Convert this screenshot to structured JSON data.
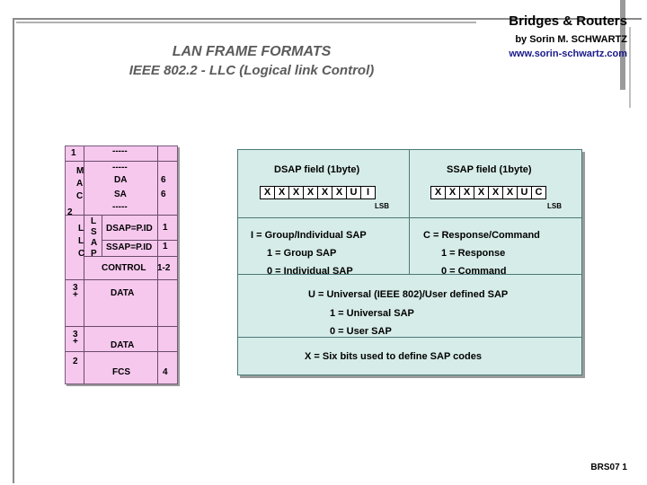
{
  "header": {
    "brand_title": "Bridges & Routers",
    "brand_author": "by Sorin M. SCHWARTZ",
    "brand_url": "www.sorin-schwartz.com",
    "title_line1": "LAN FRAME FORMATS",
    "title_line2": "IEEE 802.2 - LLC (Logical link Control)"
  },
  "frame": {
    "row1_num": "1",
    "row1_dash": "-----",
    "mac_dash_top": "-----",
    "mac_letters": [
      "M",
      "A",
      "C"
    ],
    "da": "DA",
    "da_len": "6",
    "sa": "SA",
    "sa_len": "6",
    "mac_dash_bottom": "-----",
    "mac_num": "2",
    "llc_letters": [
      "L",
      "L",
      "C"
    ],
    "sap_letters": [
      "L",
      "S",
      "A",
      "P"
    ],
    "dsap": "DSAP=P.ID",
    "dsap_len": "1",
    "ssap": "SSAP=P.ID",
    "ssap_len": "1",
    "control": "CONTROL",
    "control_len": "1-2",
    "data1_num": "3",
    "data1_plus": "+",
    "data1": "DATA",
    "data2_num": "3",
    "data2_plus": "+",
    "data2": "DATA",
    "fcs_num": "2",
    "fcs": "FCS",
    "fcs_len": "4"
  },
  "sap_panel": {
    "dsap_title": "DSAP field (1byte)",
    "ssap_title": "SSAP field (1byte)",
    "dsap_bits": [
      "X",
      "X",
      "X",
      "X",
      "X",
      "X",
      "U",
      "I"
    ],
    "ssap_bits": [
      "X",
      "X",
      "X",
      "X",
      "X",
      "X",
      "U",
      "C"
    ],
    "lsb": "LSB",
    "i_def": "I = Group/Individual SAP",
    "i_1": "1 =   Group SAP",
    "i_0": "0 =   Individual SAP",
    "c_def": "C = Response/Command",
    "c_1": "1 =   Response",
    "c_0": "0 =   Command",
    "u_def": "U = Universal (IEEE 802)/User defined SAP",
    "u_1": "1 =   Universal SAP",
    "u_0": "0 =   User SAP",
    "x_def": "X = Six bits used to define SAP codes"
  },
  "footer": {
    "page": "BRS07  1"
  },
  "colors": {
    "frame_fill": "#f6c8ee",
    "panel_fill": "#d6ece8"
  }
}
